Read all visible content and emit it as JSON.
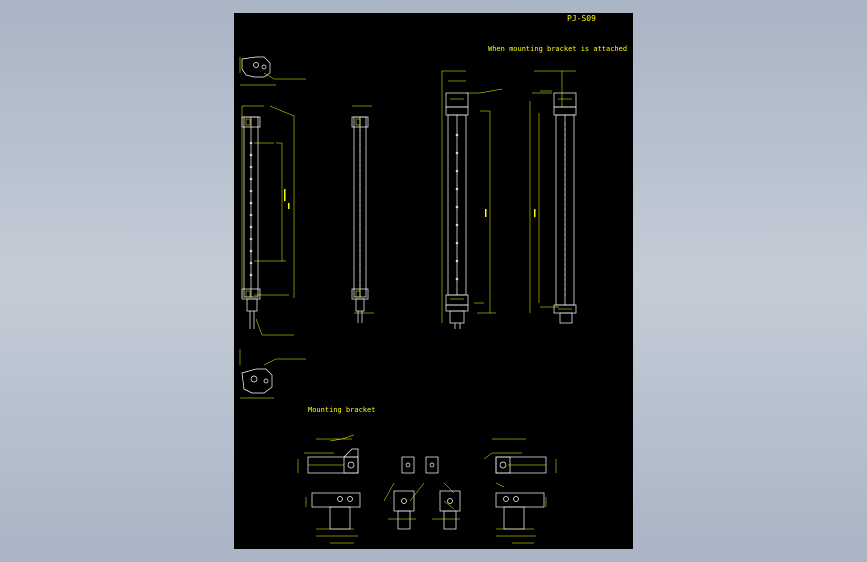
{
  "drawing": {
    "title": "PJ-S09",
    "bracket_attached_note": "When mounting bracket is attached",
    "mounting_bracket_caption": "Mounting bracket"
  },
  "colors": {
    "background": "#b8c1cd",
    "sheet": "#000000",
    "outline": "#ffffff",
    "dimension": "#ffff00",
    "body_fill": "#d9d9d9"
  }
}
